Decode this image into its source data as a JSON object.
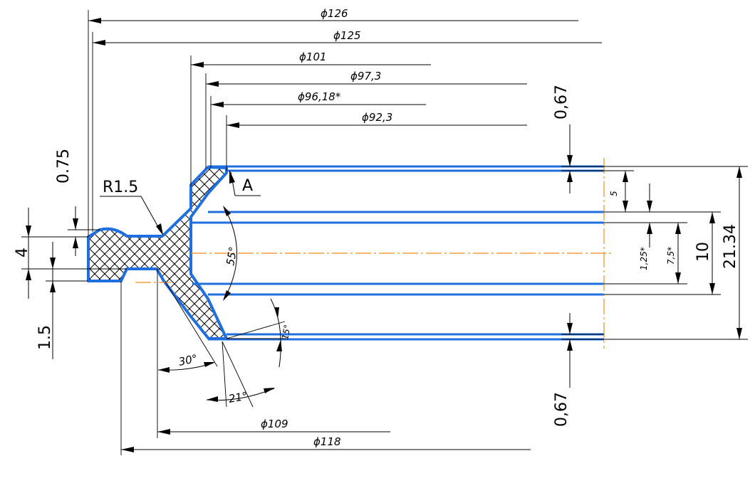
{
  "diameters_top": [
    {
      "id": "d126",
      "text": "ϕ126"
    },
    {
      "id": "d125",
      "text": "ϕ125"
    },
    {
      "id": "d101",
      "text": "ϕ101"
    },
    {
      "id": "d97_3",
      "text": "ϕ97,3"
    },
    {
      "id": "d96_18",
      "text": "ϕ96,18*"
    },
    {
      "id": "d92_3",
      "text": "ϕ92,3"
    }
  ],
  "diameters_bottom": [
    {
      "id": "d109",
      "text": "ϕ109"
    },
    {
      "id": "d118",
      "text": "ϕ118"
    }
  ],
  "left_dims": {
    "d075": "0.75",
    "d4": "4",
    "d15": "1.5",
    "r15": "R1.5"
  },
  "right_dims": {
    "t067_top": "0,67",
    "t067_bottom": "0,67",
    "d5": "5",
    "d125": "1,25*",
    "d75": "7,5*",
    "d10": "10",
    "d2134": "21.34"
  },
  "angles": {
    "a55": "55°",
    "a30": "30°",
    "a21": "21°",
    "a15": "15°"
  },
  "view_label": "A",
  "colors": {
    "contour": "#1f6fe0",
    "centerline": "#f28c1b",
    "lines": "#000000"
  }
}
